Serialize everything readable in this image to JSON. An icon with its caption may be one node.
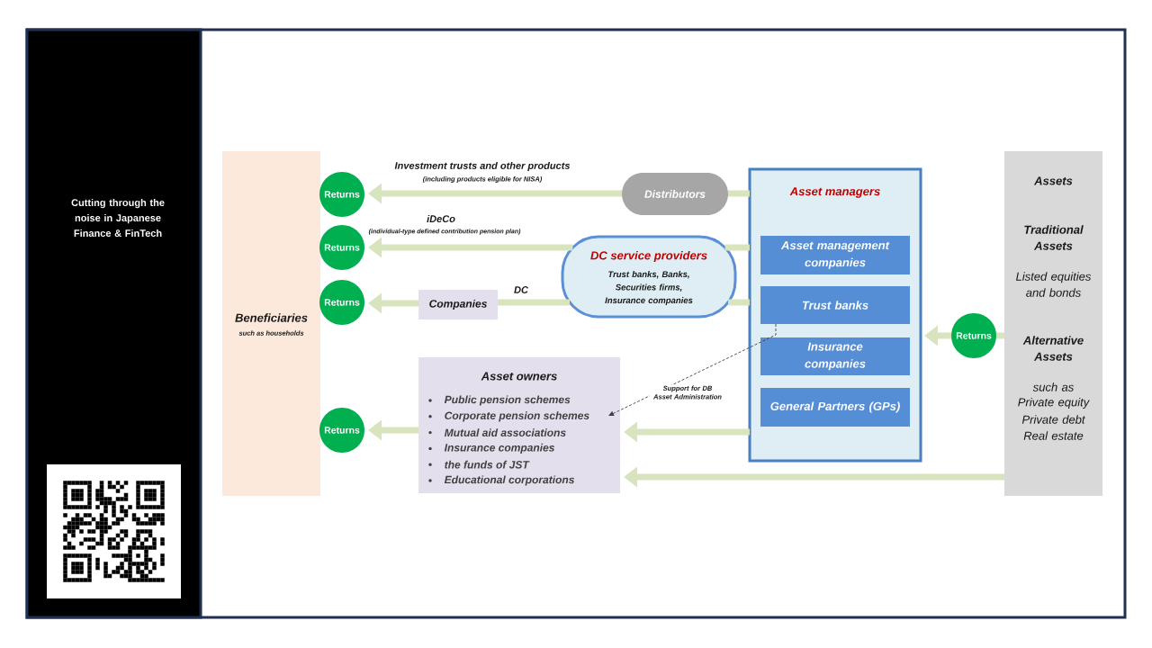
{
  "diagram": {
    "nodes": [
      {
        "text": [
          "Beneficiaries",
          "such as households"
        ]
      },
      {
        "text": [
          "Returns"
        ]
      },
      {
        "text": [
          "Returns"
        ]
      },
      {
        "text": [
          "Returns"
        ]
      },
      {
        "text": [
          "Returns"
        ]
      },
      {
        "text": [
          "Distributors"
        ]
      },
      {
        "text": [
          "DC service providers",
          "Trust banks, Banks, Securities firms, Insurance companies"
        ]
      },
      {
        "text": [
          "Companies"
        ]
      },
      {
        "text": [
          "Asset owners",
          "Public pension schemes",
          "Corporate pension schemes",
          "Mutual aid associations",
          "Insurance companies",
          "the funds of JST",
          "Educational corporations"
        ]
      },
      {
        "text": [
          "Asset managers"
        ]
      },
      {
        "text": [
          "Asset management companies"
        ],
        "in": 9
      },
      {
        "text": [
          "Trust banks"
        ],
        "in": 9
      },
      {
        "text": [
          "Insurance companies"
        ],
        "in": 9
      },
      {
        "text": [
          "General Partners (GPs)"
        ],
        "in": 9
      },
      {
        "text": [
          "Returns"
        ]
      },
      {
        "text": [
          "Assets",
          "Traditional Assets",
          "Listed equities and bonds",
          "Alternative Assets",
          "such as",
          "Private equity",
          "Private debt",
          "Real estate"
        ]
      }
    ],
    "edges": [
      {
        "from": 9,
        "to": 5,
        "arrow": "none"
      },
      {
        "from": 5,
        "to": 1,
        "arrow": "to",
        "label": "Investment trusts and other products"
      },
      {
        "from": 9,
        "to": 6,
        "arrow": "none"
      },
      {
        "from": 6,
        "to": 2,
        "arrow": "to",
        "label": "iDeCo"
      },
      {
        "from": 9,
        "to": 6,
        "arrow": "none"
      },
      {
        "from": 6,
        "to": 7,
        "arrow": "none",
        "label": "DC"
      },
      {
        "from": 7,
        "to": 3,
        "arrow": "to"
      },
      {
        "from": 11,
        "to": 8,
        "arrow": "to",
        "label": "Support for DB Asset Administration",
        "style": "dashed",
        "color": "#404040"
      },
      {
        "from": 9,
        "to": 8,
        "arrow": "to"
      },
      {
        "from": 8,
        "to": 4,
        "arrow": "to"
      },
      {
        "from": 15,
        "to": 14,
        "arrow": "none"
      },
      {
        "from": 14,
        "to": 9,
        "arrow": "to"
      },
      {
        "from": 15,
        "to": 8,
        "arrow": "to"
      }
    ],
    "labels": [
      "Cutting through the noise in Japanese Finance & FinTech",
      "(including products eligible for NISA)",
      "(individual-type defined contribution pension plan)"
    ]
  }
}
